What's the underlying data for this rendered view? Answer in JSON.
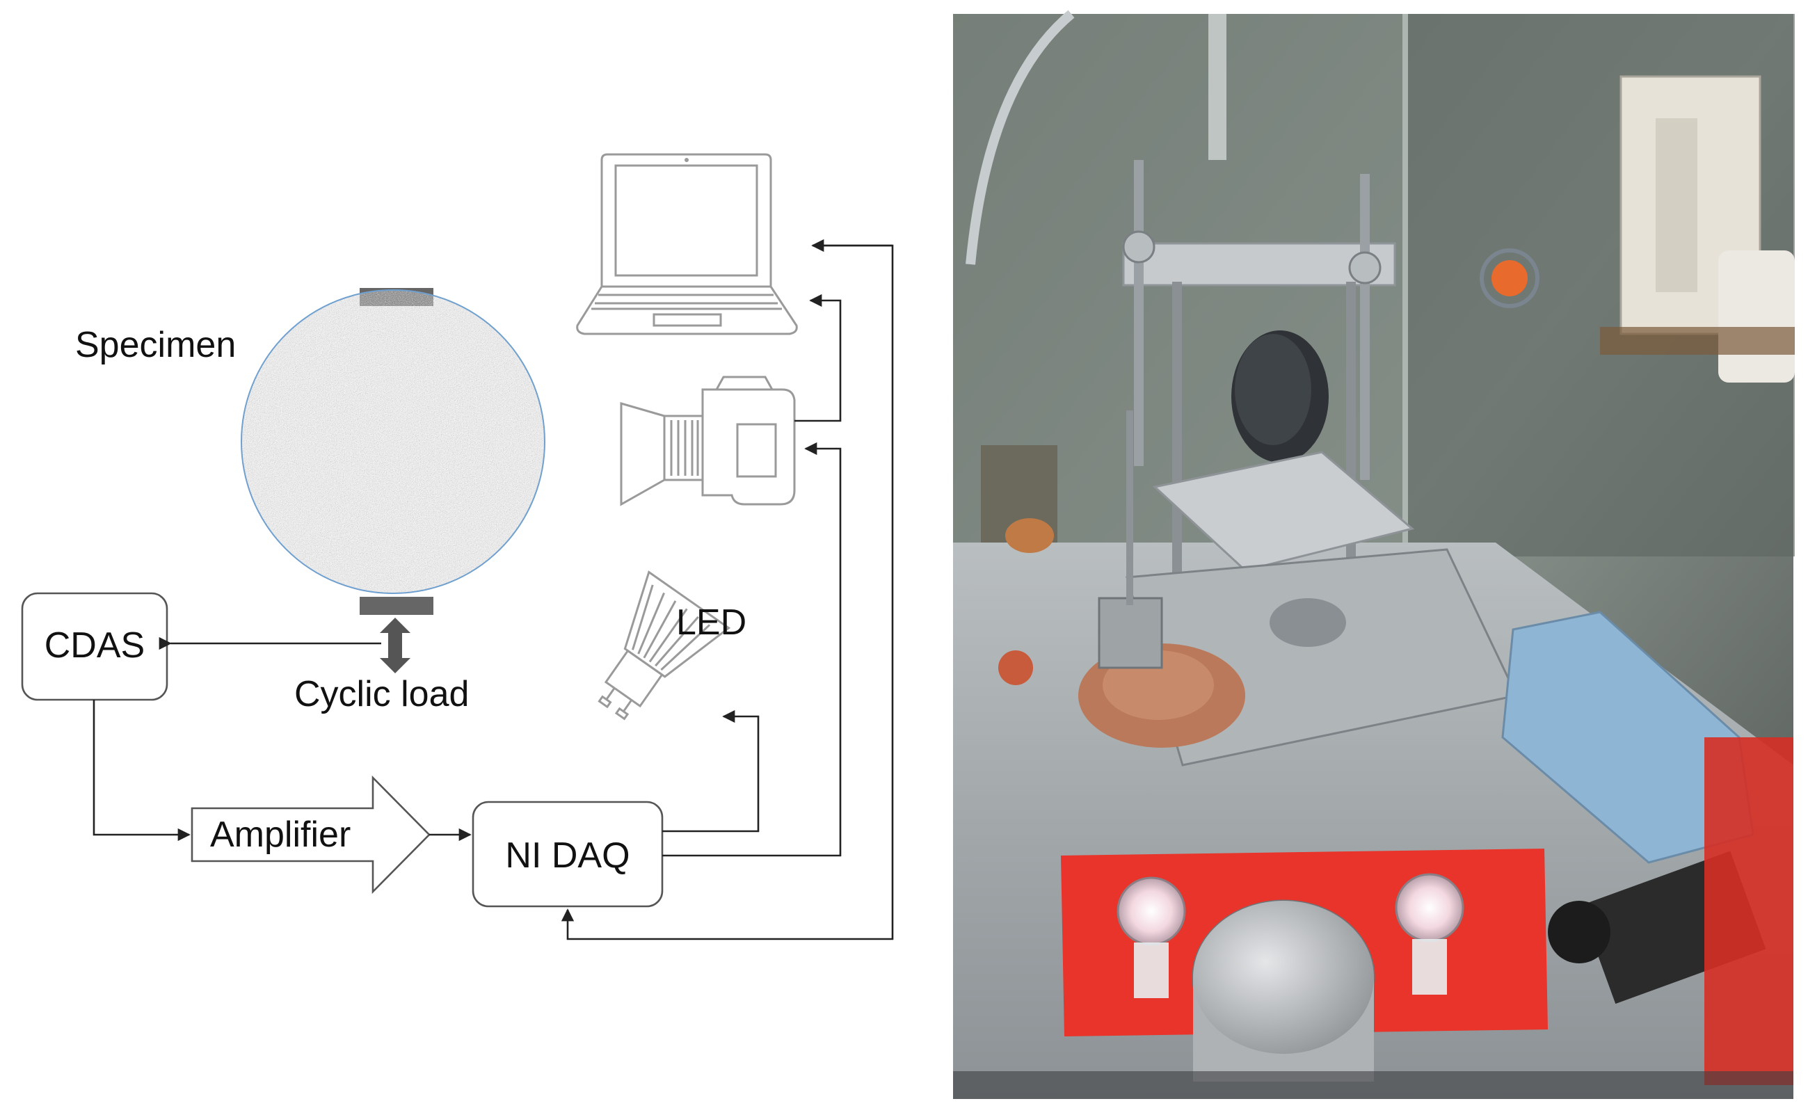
{
  "labels": {
    "specimen": "Specimen",
    "cdas": "CDAS",
    "cyclic_load": "Cyclic load",
    "led": "LED",
    "amplifier": "Amplifier",
    "ni_daq": "NI DAQ"
  },
  "photo": {
    "description_icon": "test-rig-photo"
  },
  "colors": {
    "line": "#222222",
    "device_outline": "#9a9a9a",
    "platen": "#666666",
    "specimen_edge": "#6fa0cf",
    "photo_red_plate": "#e8342a",
    "photo_blue_box": "#8fb5d4"
  }
}
